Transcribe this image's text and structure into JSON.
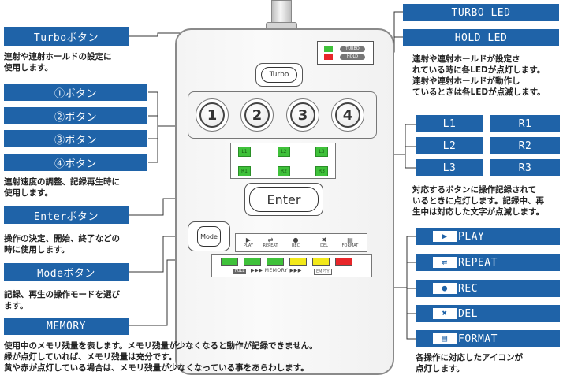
{
  "labels": {
    "turbo": "Turboボタン",
    "btn1": "①ボタン",
    "btn2": "②ボタン",
    "btn3": "③ボタン",
    "btn4": "④ボタン",
    "enter": "Enterボタン",
    "mode": "Modeボタン",
    "memory": "MEMORY",
    "turbo_led": "TURBO LED",
    "hold_led": "HOLD LED",
    "l1": "L1",
    "r1": "R1",
    "l2": "L2",
    "r2": "R2",
    "l3": "L3",
    "r3": "R3",
    "play": "PLAY",
    "repeat": "REPEAT",
    "rec": "REC",
    "del": "DEL",
    "format": "FORMAT"
  },
  "descriptions": {
    "turbo": "連射や連射ホールドの設定に\n使用します。",
    "numbers": "連射速度の調整、記録再生時に\n使用します。",
    "enter": "操作の決定、開始、終了などの\n時に使用します。",
    "mode": "記録、再生の操作モードを選び\nます。",
    "memory": "使用中のメモリ残量を表します。メモリ残量が少なくなると動作が記録できません。\n緑が点灯していれば、メモリ残量は充分です。\n黄や赤が点灯している場合は、メモリ残量が少なくなっている事をあらわします。",
    "leds": "連射や連射ホールドが設定さ\nれている時に各LEDが点灯します。\n連射や連射ホールドが動作し\nているときは各LEDが点滅します。",
    "lr": "対応するボタンに操作記録されて\nいるときに点灯します。記録中、再\n生中は対応した文字が点滅します。",
    "icons": "各操作に対応したアイコンが\n点灯します。"
  },
  "device": {
    "turbo_button": "Turbo",
    "number_buttons": [
      "1",
      "2",
      "3",
      "4"
    ],
    "enter_button": "Enter",
    "mode_button": "Mode",
    "led_turbo": "TURBO",
    "led_hold": "HOLD",
    "lr_leds": [
      "L1",
      "L2",
      "L3",
      "R1",
      "R2",
      "R3"
    ],
    "icons": [
      "PLAY",
      "REPEAT",
      "REC",
      "DEL",
      "FORMAT"
    ],
    "memory_full": "FULL",
    "memory_label": "▶▶▶ MEMORY ▶▶▶",
    "memory_empty": "EMPTY",
    "memory_leds": [
      "#3fc13a",
      "#3fc13a",
      "#3fc13a",
      "#f2e81a",
      "#f2e81a",
      "#e8262a"
    ]
  },
  "colors": {
    "label_bg": "#1f63a8",
    "led_green": "#3fc13a",
    "led_red": "#e8262a",
    "led_yellow": "#f2e81a"
  }
}
